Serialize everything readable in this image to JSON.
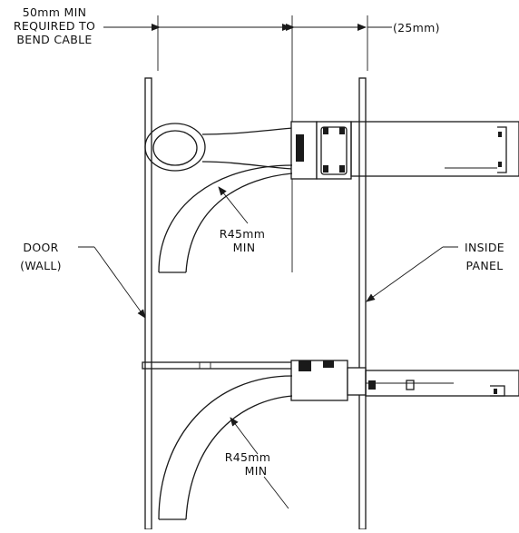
{
  "annotations": {
    "bend_min_line1": "50mm MIN",
    "bend_min_line2": "REQUIRED TO",
    "bend_min_line3": "BEND CABLE",
    "gap": "(25mm)",
    "door_line1": "DOOR",
    "door_line2": "(WALL)",
    "panel_line1": "INSIDE",
    "panel_line2": "PANEL",
    "radius_top_value": "R45mm",
    "radius_top_qualifier": "MIN",
    "radius_bottom_value": "R45mm",
    "radius_bottom_qualifier": "MIN"
  }
}
